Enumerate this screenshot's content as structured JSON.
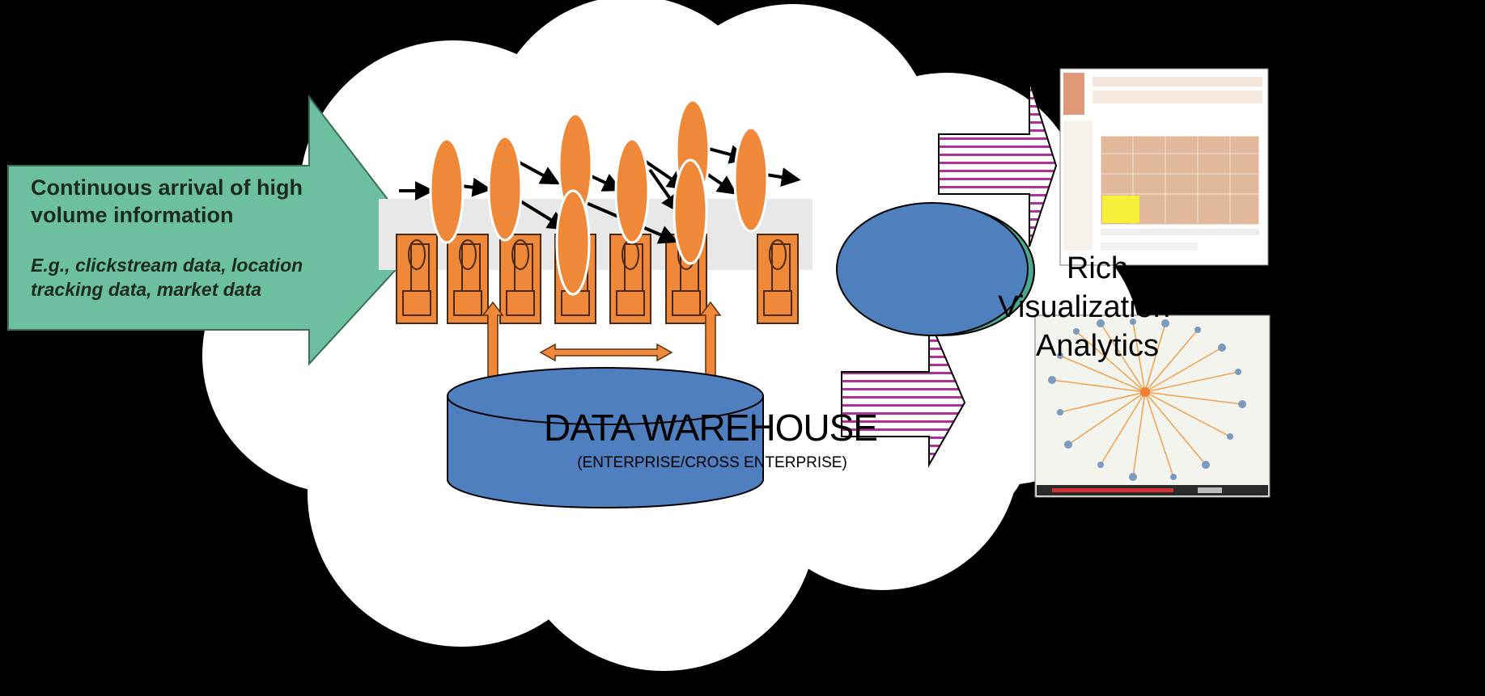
{
  "input": {
    "title": "Continuous arrival of high volume information",
    "example": "E.g., clickstream data, location tracking data, market data"
  },
  "warehouse": {
    "title": "DATA WAREHOUSE",
    "subtitle": "(ENTERPRISE/CROSS ENTERPRISE)"
  },
  "output": {
    "label": "Rich Visualization + Analytics"
  },
  "colors": {
    "background": "#000000",
    "cloud": "#ffffff",
    "input_arrow": "#6cbf9f",
    "stream_node": "#f0883a",
    "warehouse": "#4f7fbf",
    "viz_ellipse": "#4e80bd",
    "viz_shadow": "#4aa890",
    "striped_arrow": "#b0309a"
  }
}
